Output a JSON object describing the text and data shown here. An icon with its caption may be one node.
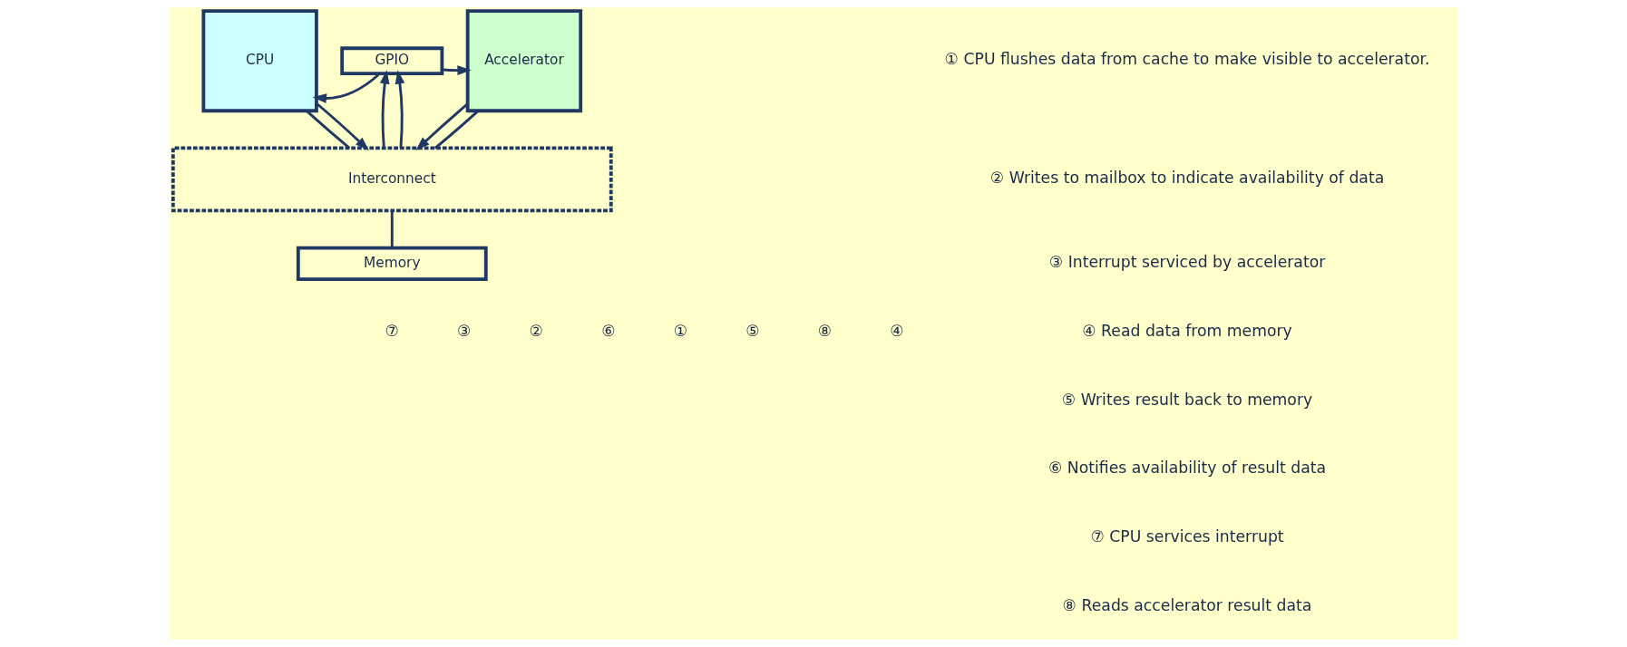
{
  "diagram": {
    "nodes": [
      {
        "text": [
          "CPU"
        ]
      },
      {
        "text": [
          "GPIO"
        ]
      },
      {
        "text": [
          "Accelerator"
        ]
      },
      {
        "text": [
          "Interconnect"
        ]
      },
      {
        "text": [
          "Memory"
        ]
      }
    ],
    "edges": [
      {
        "from": 0,
        "to": 3,
        "arrow": "none"
      },
      {
        "from": 0,
        "to": 3,
        "arrow": "to"
      },
      {
        "from": 3,
        "to": 1,
        "arrow": "to"
      },
      {
        "from": 3,
        "to": 1,
        "arrow": "to"
      },
      {
        "from": 2,
        "to": 3,
        "arrow": "to"
      },
      {
        "from": 2,
        "to": 3,
        "arrow": "none"
      },
      {
        "from": 3,
        "to": 4,
        "arrow": "none"
      },
      {
        "from": 1,
        "to": 0,
        "arrow": "to"
      },
      {
        "from": 1,
        "to": 2,
        "arrow": "to"
      }
    ],
    "labels": [
      "⑦",
      "③",
      "②",
      "⑥",
      "①",
      "⑤",
      "⑧",
      "④",
      "① CPU flushes data from cache to make visible to accelerator.",
      "② Writes to mailbox to indicate availability of data",
      "③ Interrupt serviced by accelerator",
      "④ Read data from memory",
      "⑤ Writes result back to memory",
      "⑥ Notifies availability of result data",
      "⑦ CPU services interrupt",
      "⑧ Reads accelerator result data"
    ]
  }
}
